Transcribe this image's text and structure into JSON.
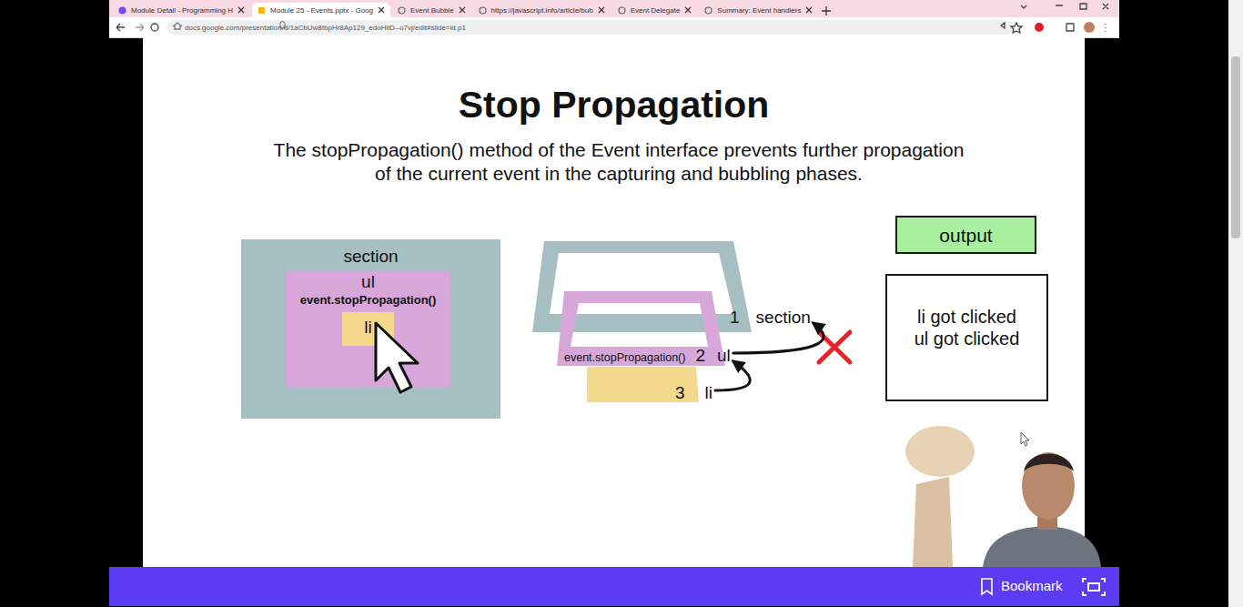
{
  "diagram": {
    "title": "Stop Propagation",
    "caption": "The stopPropagation() method of the Event interface prevents further propagation of the current event in the capturing and bubbling phases.",
    "nodes": [
      {
        "text": [
          "section"
        ]
      },
      {
        "text": [
          "ul",
          "event.stopPropagation()"
        ],
        "in": 0
      },
      {
        "text": [
          "li"
        ],
        "in": 1
      },
      {
        "text": [
          "1",
          "section"
        ]
      },
      {
        "text": [
          "event.stopPropagation()",
          "2",
          "ul"
        ]
      },
      {
        "text": [
          "3",
          "li"
        ]
      },
      {
        "text": [
          "output"
        ]
      },
      {
        "text": [
          "li got clicked",
          "ul got clicked"
        ]
      }
    ],
    "edges": [
      {
        "from": 5,
        "to": 4,
        "arrow": "to"
      },
      {
        "from": 4,
        "to": 3,
        "arrow": "to"
      }
    ],
    "labels": [
      "Module Detail - Programming H",
      "Module 25 - Events.pptx - Goog",
      "Event Bubble",
      "https://javascript.info/article/bub",
      "Event Delegate",
      "Summary: Event handlers",
      "docs.google.com/presentation/d/1aCbUw8tbpHr8Ap129_edoHilD--u7vj/edit#slide=id.p1",
      "Bookmark"
    ]
  }
}
